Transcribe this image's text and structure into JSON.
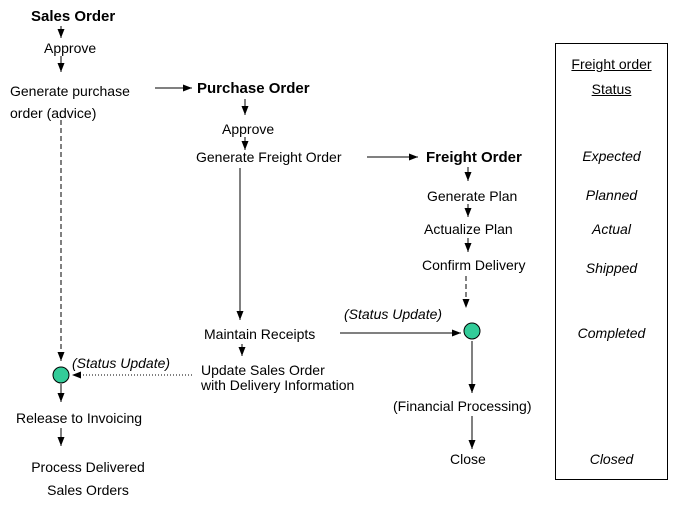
{
  "colors": {
    "node_fill": "#33CC99",
    "node_border": "#000000",
    "line_color": "#000000",
    "background": "#FFFFFF"
  },
  "flow": {
    "sales_order_title": "Sales Order",
    "approve_1": "Approve",
    "generate_po_line1": "Generate purchase",
    "generate_po_line2": "order (advice)",
    "status_update_left": "(Status Update)",
    "release_invoicing": "Release to Invoicing",
    "process_delivered_line1": "Process Delivered",
    "process_delivered_line2": "Sales Orders",
    "purchase_order_title": "Purchase Order",
    "approve_2": "Approve",
    "generate_freight_order": "Generate Freight Order",
    "maintain_receipts": "Maintain Receipts",
    "update_so_line1": "Update Sales Order",
    "update_so_line2": "with Delivery Information",
    "freight_order_title": "Freight Order",
    "generate_plan": "Generate Plan",
    "actualize_plan": "Actualize Plan",
    "confirm_delivery": "Confirm Delivery",
    "status_update_right": "(Status Update)",
    "financial_processing": "(Financial Processing)",
    "close": "Close"
  },
  "legend": {
    "title_line1": "Freight order",
    "title_line2": "Status",
    "statuses": [
      "Expected",
      "Planned",
      "Actual",
      "Shipped",
      "Completed",
      "Closed"
    ]
  }
}
